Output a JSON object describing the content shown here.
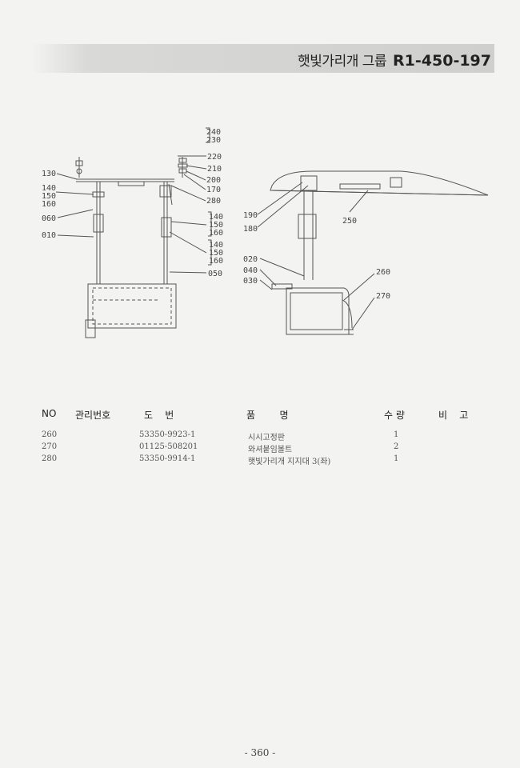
{
  "header": {
    "group_name": "햇빛가리개 그룹",
    "code": "R1-450-197"
  },
  "diagram": {
    "left_labels": [
      "130",
      "140",
      "150",
      "160",
      "060",
      "010"
    ],
    "center_labels": [
      "240",
      "230",
      "220",
      "210",
      "200",
      "170",
      "280",
      "140",
      "150",
      "160",
      "140",
      "150",
      "160",
      "050"
    ],
    "right_labels": [
      "190",
      "180",
      "250",
      "020",
      "040",
      "030",
      "260",
      "270"
    ]
  },
  "table": {
    "headers": {
      "no": "NO",
      "mgmt_no": "관리번호",
      "drawing_no": "도    번",
      "part_name": "품        명",
      "quantity": "수 량",
      "remarks": "비    고"
    },
    "rows": [
      {
        "no": "260",
        "mgmt_no": "",
        "drawing_no": "53350-9923-1",
        "part_name": "시시고정판",
        "quantity": "1",
        "remarks": ""
      },
      {
        "no": "270",
        "mgmt_no": "",
        "drawing_no": "01125-508201",
        "part_name": "와셔붙임볼트",
        "quantity": "2",
        "remarks": ""
      },
      {
        "no": "280",
        "mgmt_no": "",
        "drawing_no": "53350-9914-1",
        "part_name": "햇빛가리개 지지대 3(좌)",
        "quantity": "1",
        "remarks": ""
      }
    ]
  },
  "footer": {
    "page_number": "- 360 -"
  }
}
